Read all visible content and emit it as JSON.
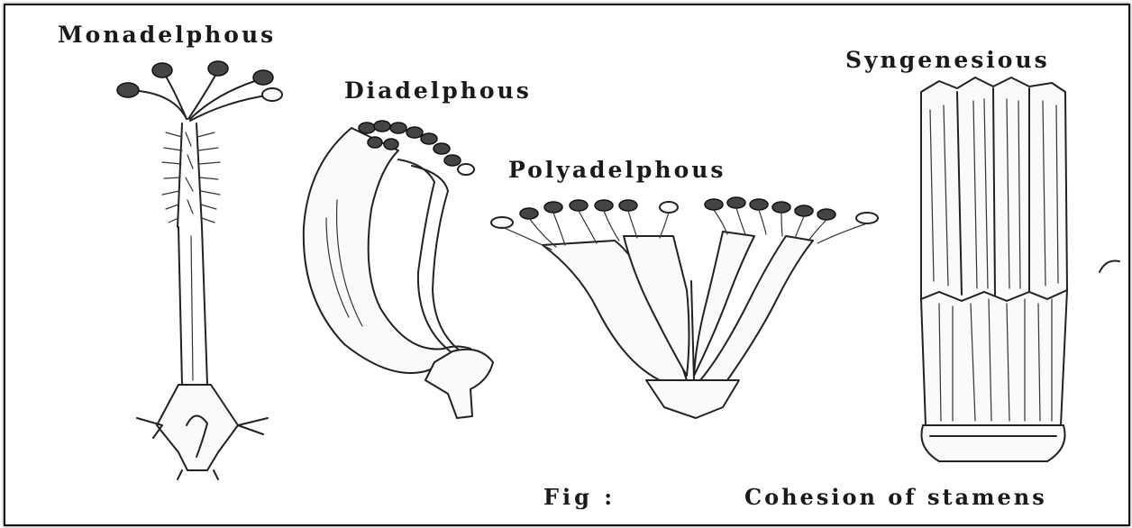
{
  "labels": {
    "monadelphous": "Monadelphous",
    "diadelphous": "Diadelphous",
    "polyadelphous": "Polyadelphous",
    "syngenesious": "Syngenesious"
  },
  "caption": {
    "fig": "Fig :",
    "text": "Cohesion of stamens"
  },
  "colors": {
    "ink": "#222222",
    "border": "#111111"
  }
}
